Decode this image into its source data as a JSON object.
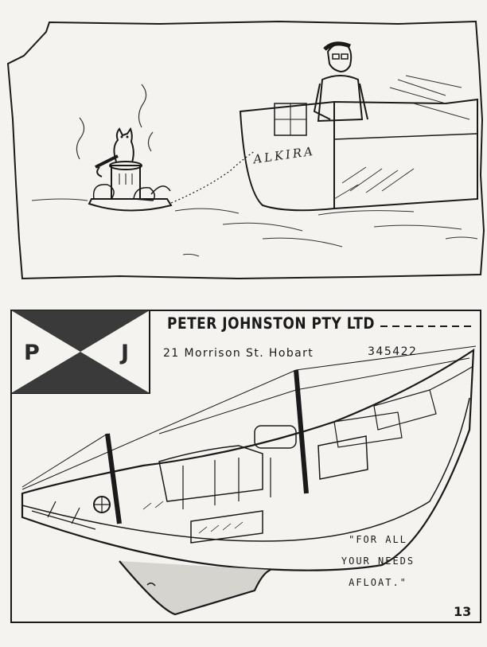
{
  "cartoon": {
    "boat_name": "ALKIRA"
  },
  "advert": {
    "flag": {
      "left_letter": "P",
      "right_letter": "J"
    },
    "company_name": "PETER JOHNSTON PTY LTD",
    "address": "21 Morrison St. Hobart",
    "phone": "345422",
    "slogan": {
      "line1": "\"FOR ALL",
      "line2": "YOUR NEEDS",
      "line3": "AFLOAT.\""
    }
  },
  "page_number": "13",
  "colors": {
    "ink": "#1a1a1a",
    "paper": "#f4f3ef",
    "flag_dark": "#3a3a3a"
  }
}
